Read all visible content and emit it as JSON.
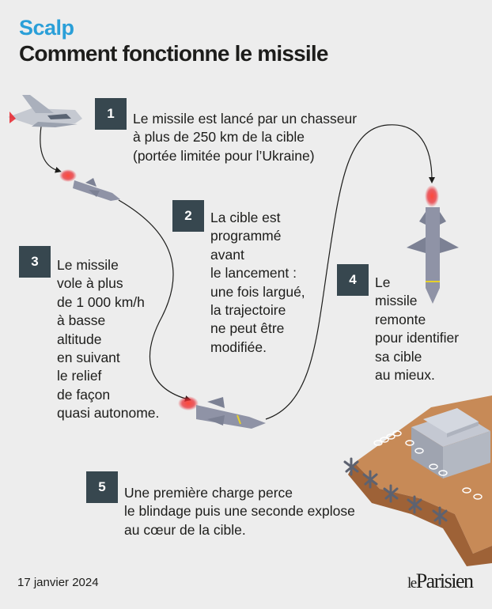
{
  "header": {
    "kicker": "Scalp",
    "title": "Comment fonctionne le missile"
  },
  "steps": [
    {
      "number": "1",
      "text": "Le missile est lancé par un chasseur\nà plus de 250 km de la cible\n(portée limitée pour l’Ukraine)"
    },
    {
      "number": "2",
      "text": "La cible est\nprogrammé\navant\nle lancement :\nune fois largué,\nla trajectoire\nne peut être\nmodifiée."
    },
    {
      "number": "3",
      "text": "Le missile\nvole à plus\nde 1 000 km/h\nà basse\naltitude\nen suivant\nle relief\nde façon\nquasi autonome."
    },
    {
      "number": "4",
      "text": "Le\nmissile\nremonte\npour identifier\nsa cible\nau mieux."
    },
    {
      "number": "5",
      "text": "Une première charge perce\nle blindage puis une seconde explose\nau cœur de la cible."
    }
  ],
  "footer": {
    "date": "17 janvier 2024",
    "logo_prefix": "le",
    "logo_name": "Parisien"
  },
  "colors": {
    "accent": "#2a9fd8",
    "badge": "#37474f",
    "missile": "#8f93a6",
    "flame": "#e8232b",
    "ground": "#c78a57"
  },
  "icons": [
    "fighter-jet-icon",
    "missile-icon",
    "bunker-icon",
    "barbed-wire-icon",
    "czech-hedgehog-icon"
  ]
}
